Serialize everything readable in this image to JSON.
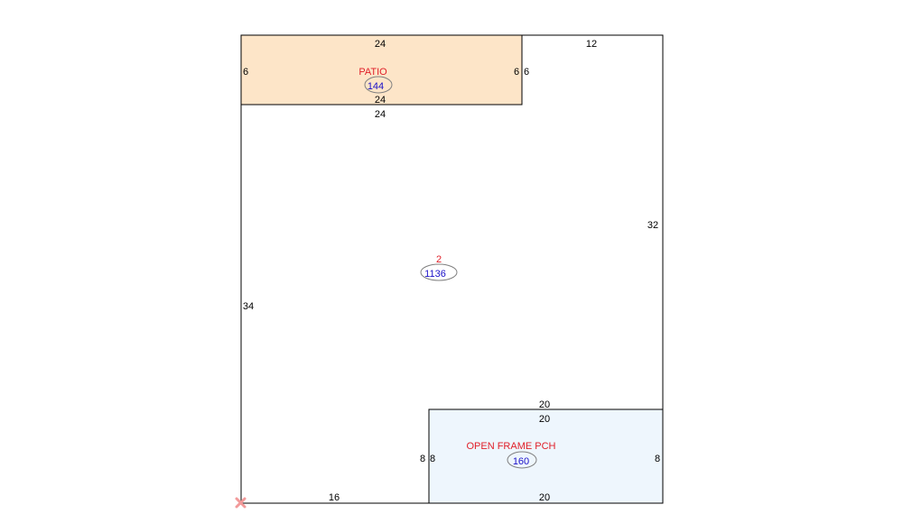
{
  "colors": {
    "outline": "#000000",
    "label": "#e0202a",
    "area_value": "#1a10c8",
    "patio_fill": "#fde5c8",
    "porch_fill": "#eef6fd",
    "oval_stroke": "#808080",
    "origin_marker": "#f29a9a"
  },
  "icons": {
    "origin": "origin-x-marker-icon"
  },
  "main_area": {
    "label": "2",
    "area": "1136",
    "dims": {
      "top": "12",
      "right": "32",
      "left": "34",
      "bottom": "16",
      "under_patio": "24"
    }
  },
  "patio": {
    "label": "PATIO",
    "area": "144",
    "dims": {
      "top": "24",
      "left": "6",
      "right_inner": "6",
      "right_outer": "6",
      "bottom_inner": "24"
    }
  },
  "porch": {
    "label": "OPEN FRAME PCH",
    "area": "160",
    "dims": {
      "top_outer": "20",
      "top_inner": "20",
      "left_outer": "8",
      "left_inner": "8",
      "right": "8",
      "bottom": "20"
    }
  }
}
